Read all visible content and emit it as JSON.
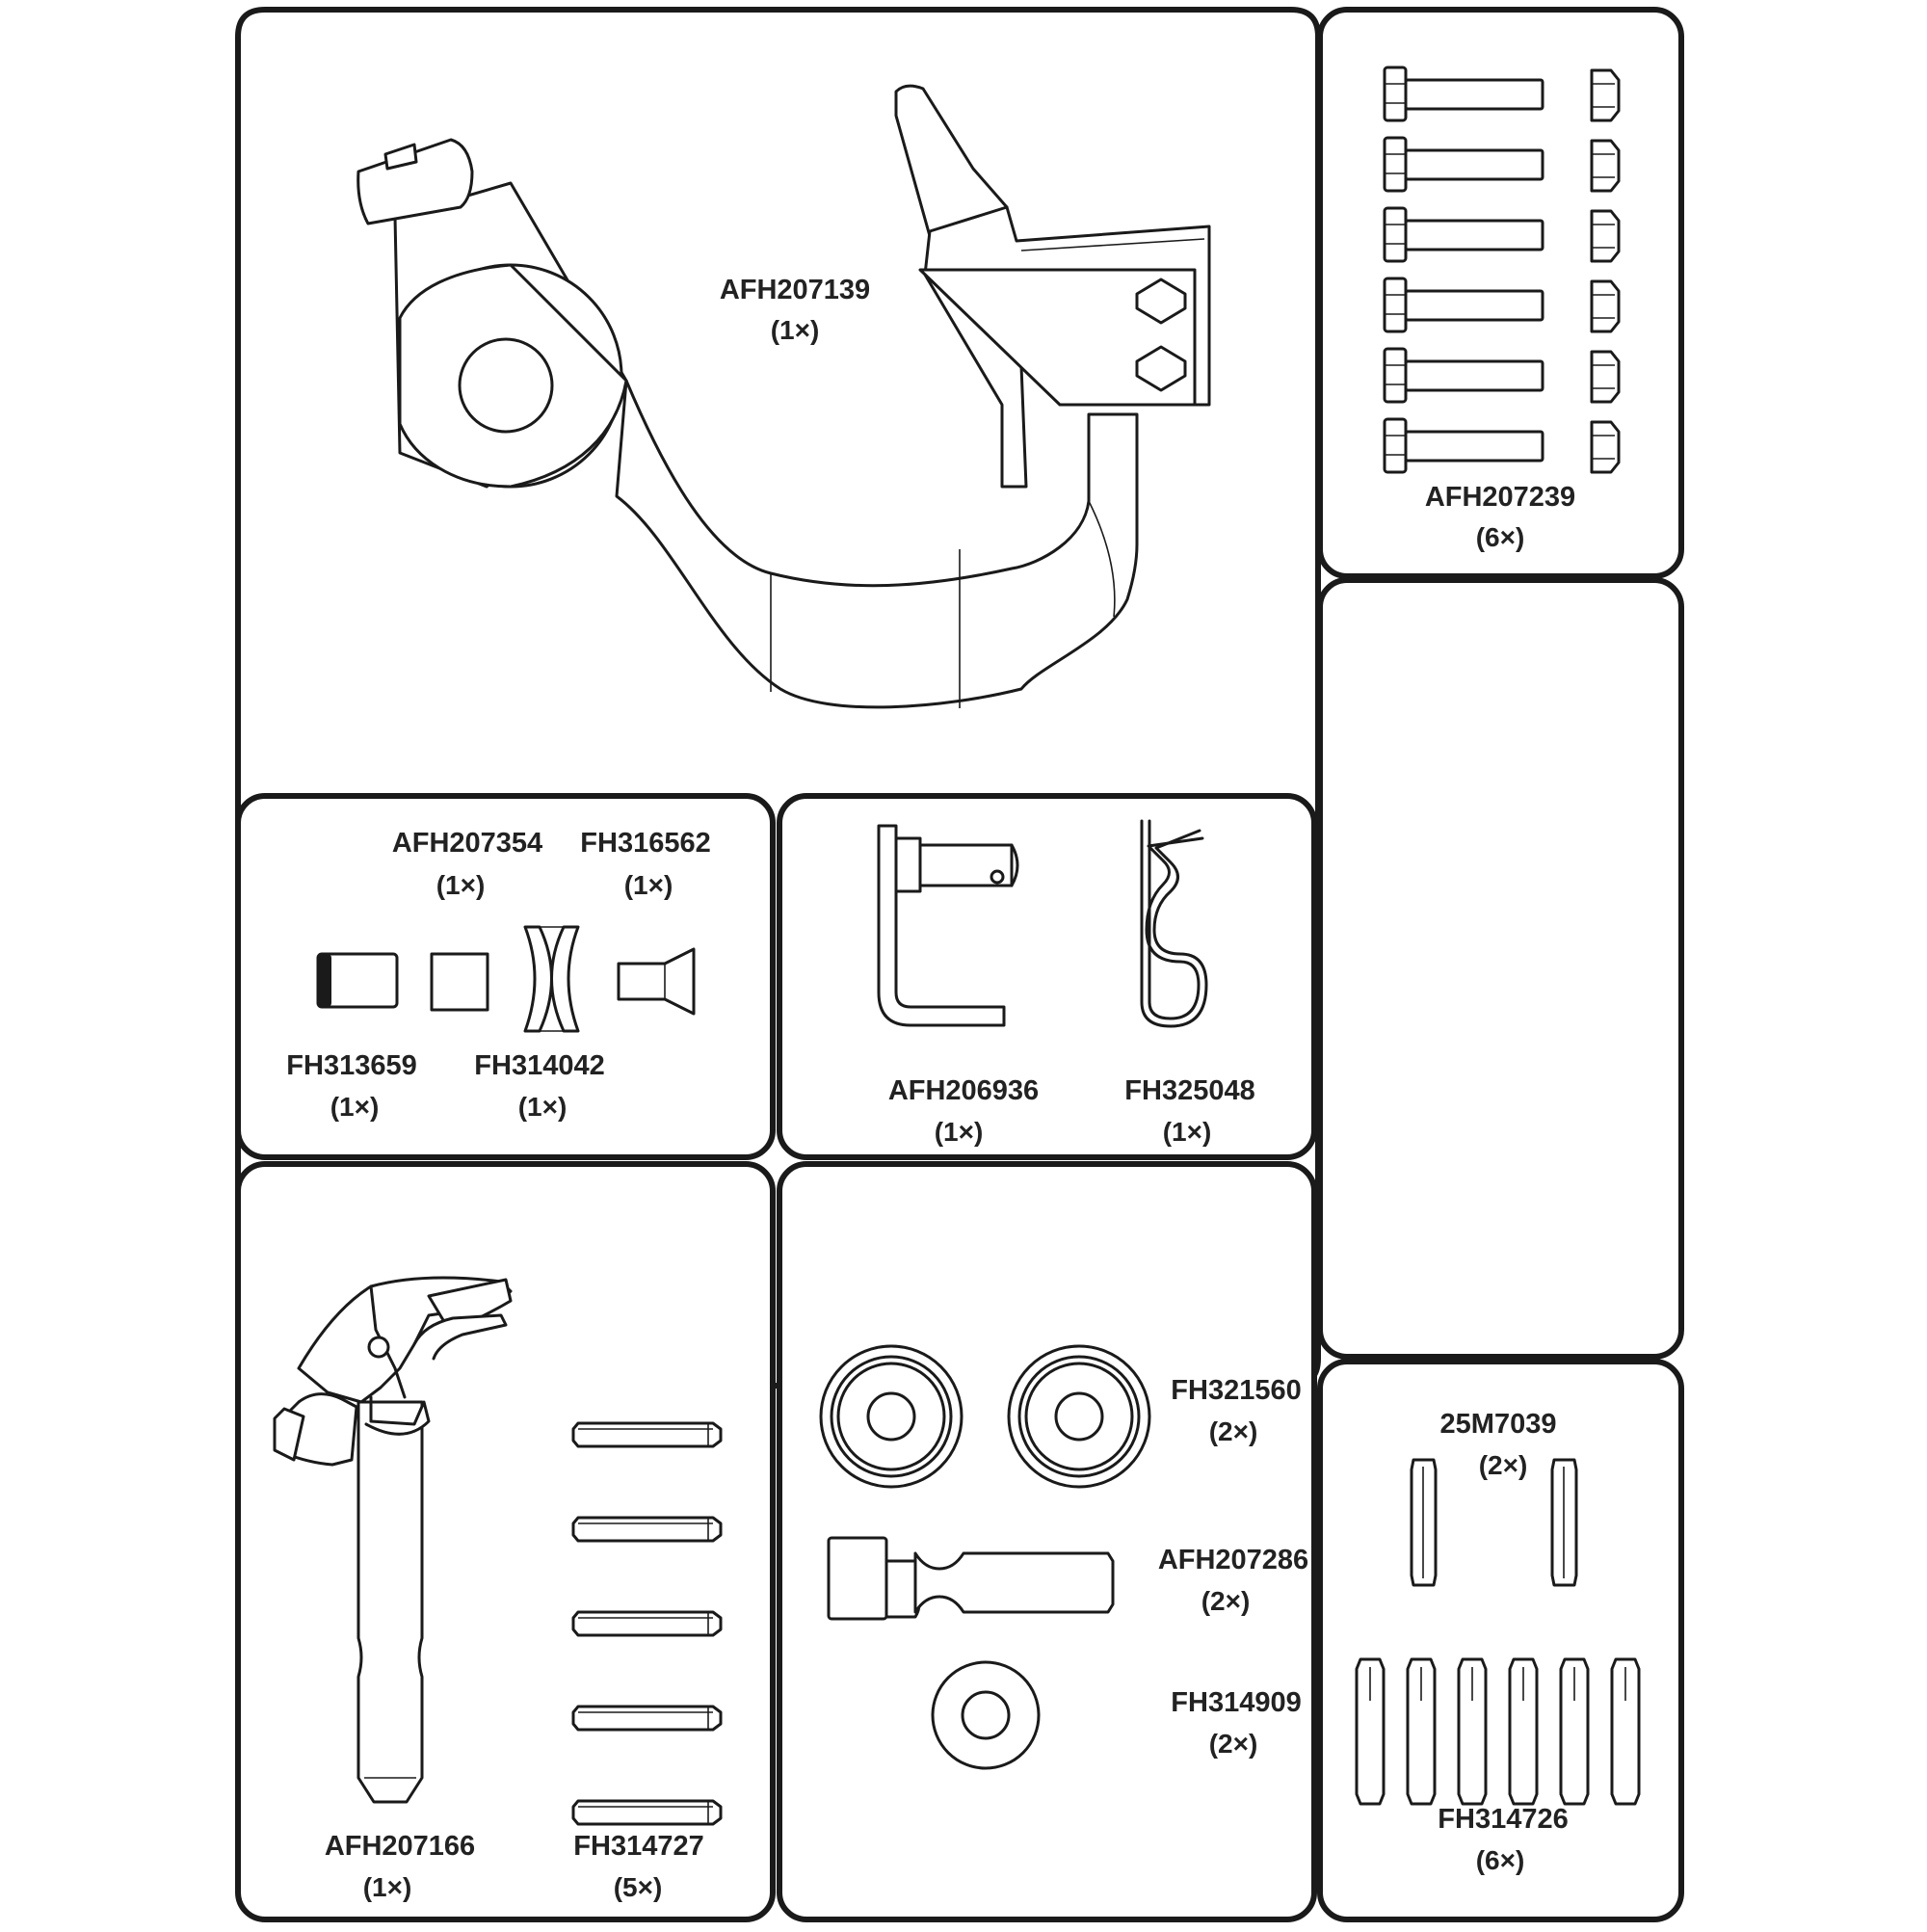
{
  "sheet": {
    "parts": {
      "afh207139": {
        "code": "AFH207139",
        "qty": "(1×)"
      },
      "afh207239": {
        "code": "AFH207239",
        "qty": "(6×)"
      },
      "afh207354": {
        "code": "AFH207354",
        "qty": "(1×)"
      },
      "fh316562": {
        "code": "FH316562",
        "qty": "(1×)"
      },
      "fh313659": {
        "code": "FH313659",
        "qty": "(1×)"
      },
      "fh314042": {
        "code": "FH314042",
        "qty": "(1×)"
      },
      "afh206936": {
        "code": "AFH206936",
        "qty": "(1×)"
      },
      "fh325048": {
        "code": "FH325048",
        "qty": "(1×)"
      },
      "afh207166": {
        "code": "AFH207166",
        "qty": "(1×)"
      },
      "fh314727": {
        "code": "FH314727",
        "qty": "(5×)"
      },
      "fh321560": {
        "code": "FH321560",
        "qty": "(2×)"
      },
      "afh207286": {
        "code": "AFH207286",
        "qty": "(2×)"
      },
      "fh314909": {
        "code": "FH314909",
        "qty": "(2×)"
      },
      "m25m7039": {
        "code": "25M7039",
        "qty": "(2×)"
      },
      "fh314726": {
        "code": "FH314726",
        "qty": "(6×)"
      }
    }
  }
}
